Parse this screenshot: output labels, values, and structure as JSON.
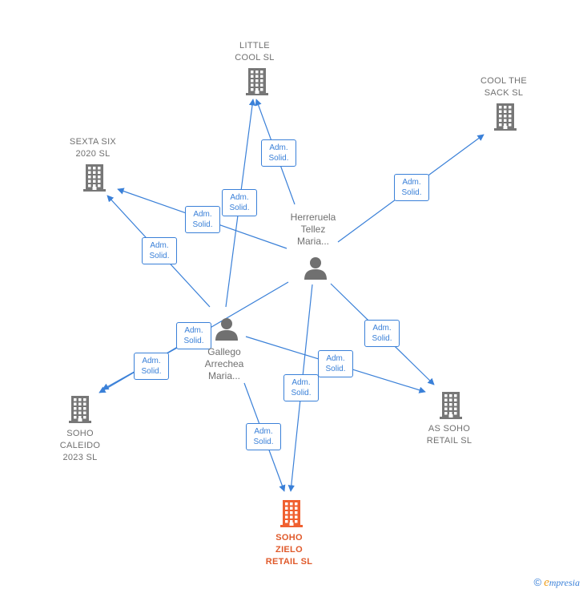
{
  "nodes": {
    "little_cool": {
      "label": "LITTLE\nCOOL SL",
      "type": "company"
    },
    "cool_the_sack": {
      "label": "COOL THE\nSACK SL",
      "type": "company"
    },
    "sexta_six": {
      "label": "SEXTA SIX\n2020  SL",
      "type": "company"
    },
    "herreruela": {
      "label": "Herreruela\nTellez\nMaria...",
      "type": "person"
    },
    "gallego": {
      "label": "Gallego\nArrechea\nMaria...",
      "type": "person"
    },
    "soho_caleido": {
      "label": "SOHO\nCALEIDO\n2023  SL",
      "type": "company"
    },
    "as_soho": {
      "label": "AS SOHO\nRETAIL  SL",
      "type": "company"
    },
    "soho_zielo": {
      "label": "SOHO\nZIELO\nRETAIL  SL",
      "type": "company-focus"
    }
  },
  "edge_label": "Adm.\nSolid.",
  "colors": {
    "company": "#777777",
    "focus": "#f06030",
    "edge": "#3a80d8",
    "person": "#707070"
  },
  "copyright": {
    "symbol": "©",
    "brand_initial": "e",
    "brand_rest": "mpresia"
  }
}
